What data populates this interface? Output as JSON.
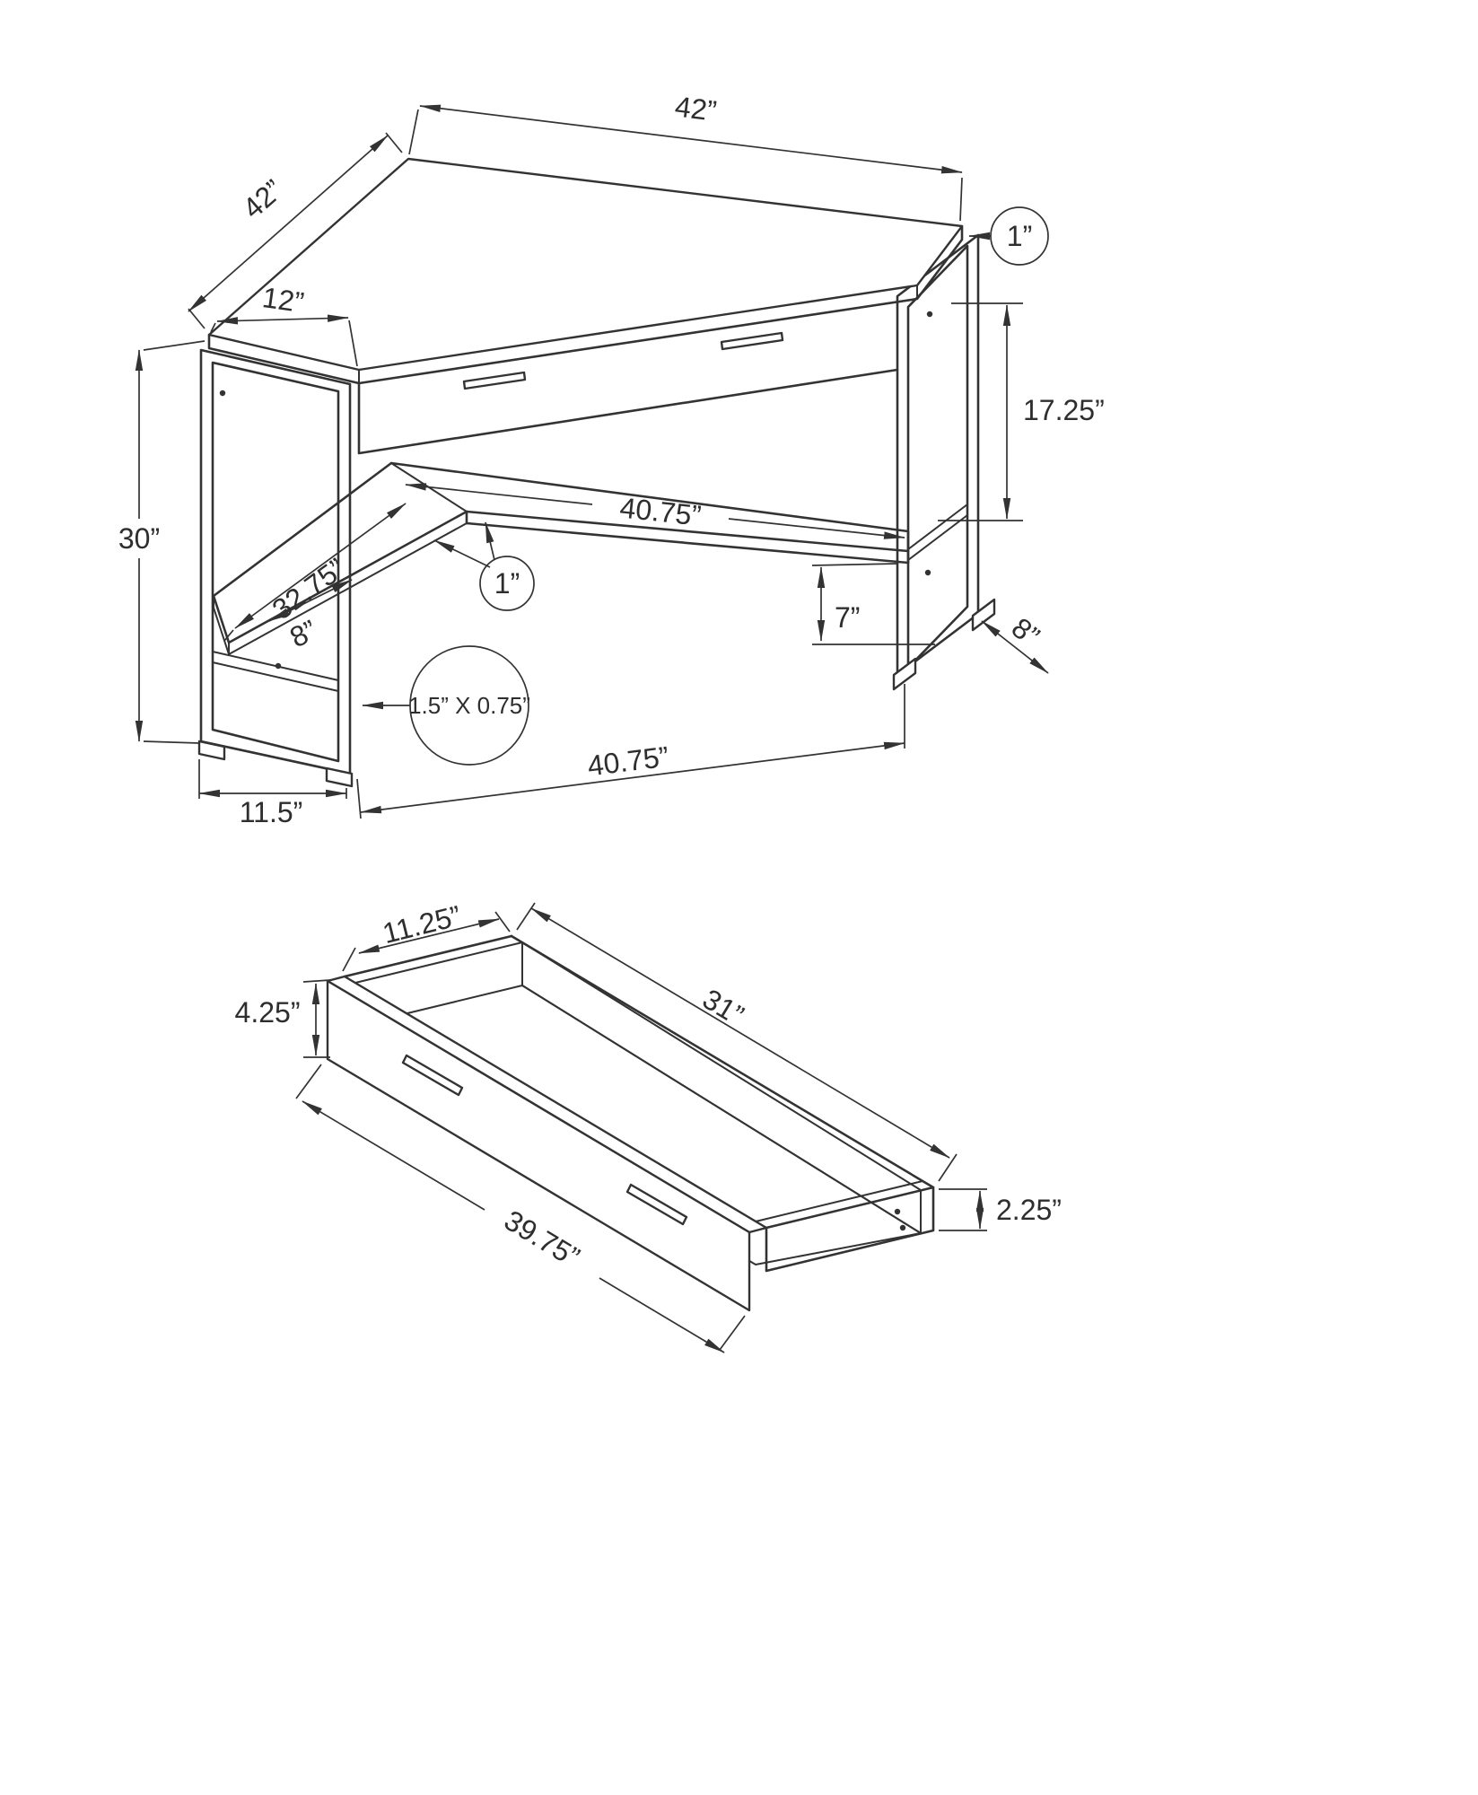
{
  "figure": {
    "type": "technical-dimension-diagram",
    "subject": "corner computer desk with drawer",
    "line_color": "#333333",
    "background": "#ffffff"
  },
  "desk": {
    "top_edge_right": "42”",
    "top_edge_left": "42”",
    "side_depth": "12”",
    "top_thickness_callout": "1”",
    "underside_to_shelf": "17.25”",
    "overall_height": "30”",
    "shelf_length": "40.75”",
    "shelf_thickness_callout": "1”",
    "corner_shelf_length": "32.75”",
    "corner_shelf_depth": "8”",
    "shelf_clearance": "7”",
    "leg_depth": "8”",
    "frame_tube_size": "1.5” X 0.75”",
    "base_width": "40.75”",
    "leg_width": "11.5”"
  },
  "drawer": {
    "inner_depth": "11.25”",
    "inner_length": "31”",
    "front_height": "4.25”",
    "side_height": "2.25”",
    "front_length": "39.75”"
  }
}
